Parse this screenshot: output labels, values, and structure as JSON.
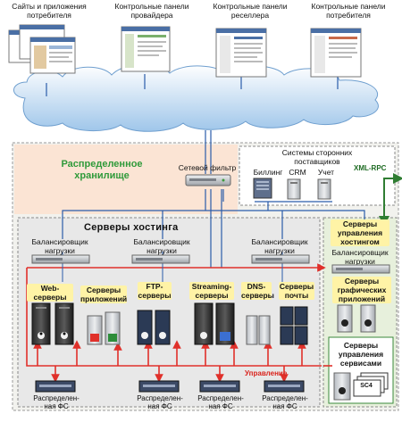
{
  "colors": {
    "accent_green": "#2f9a3a",
    "accent_red": "#e0302a",
    "line_blue": "#2a5caa",
    "zone_orange": "#fbe4d4",
    "zone_green": "#e7f0dc",
    "tag_yellow": "#fff3a6"
  },
  "icons": {
    "cloud": "network-cloud",
    "server": "server-tower",
    "balancer": "rack-unit",
    "storage": "disk-array",
    "os_linux": "penguin",
    "os_windows": "windows-flag"
  },
  "top_panels": [
    {
      "label": "Сайты и приложения\nпотребителя"
    },
    {
      "label": "Контрольные панели\nпровайдера"
    },
    {
      "label": "Контрольные панели\nреселлера"
    },
    {
      "label": "Контрольные панели\nпотребителя"
    }
  ],
  "storage_zone": {
    "label": "Распределенное\nхранилище"
  },
  "network_filter": {
    "label": "Сетевой фильтр"
  },
  "third_party": {
    "title": "Системы сторонних\nпоставщиков",
    "items": [
      "Биллинг",
      "CRM",
      "Учет"
    ]
  },
  "xml_rpc": "XML-RPC",
  "hosting": {
    "title": "Серверы хостинга",
    "balancers": [
      "Балансировщик\nнагрузки",
      "Балансировщик\nнагрузки",
      "Балансировщик\nнагрузки"
    ],
    "groups": [
      "Web-серверы",
      "Серверы\nприложений",
      "FTP-\nсерверы",
      "Streaming-\nсерверы",
      "DNS-\nсерверы",
      "Серверы\nпочты"
    ]
  },
  "management": {
    "servers_label": "Серверы\nуправления\nхостингом",
    "balancer": "Балансировщик\nнагрузки",
    "graphic_apps": "Серверы\nграфических\nприложений",
    "service_mgmt": "Серверы\nуправления\nсервисами",
    "sc4": "SC4"
  },
  "control_label": "Управление",
  "fs": [
    "Распределен-\nная ФС",
    "Распределен-\nная ФС",
    "Распределен-\nная ФС",
    "Распределен-\nная ФС"
  ]
}
